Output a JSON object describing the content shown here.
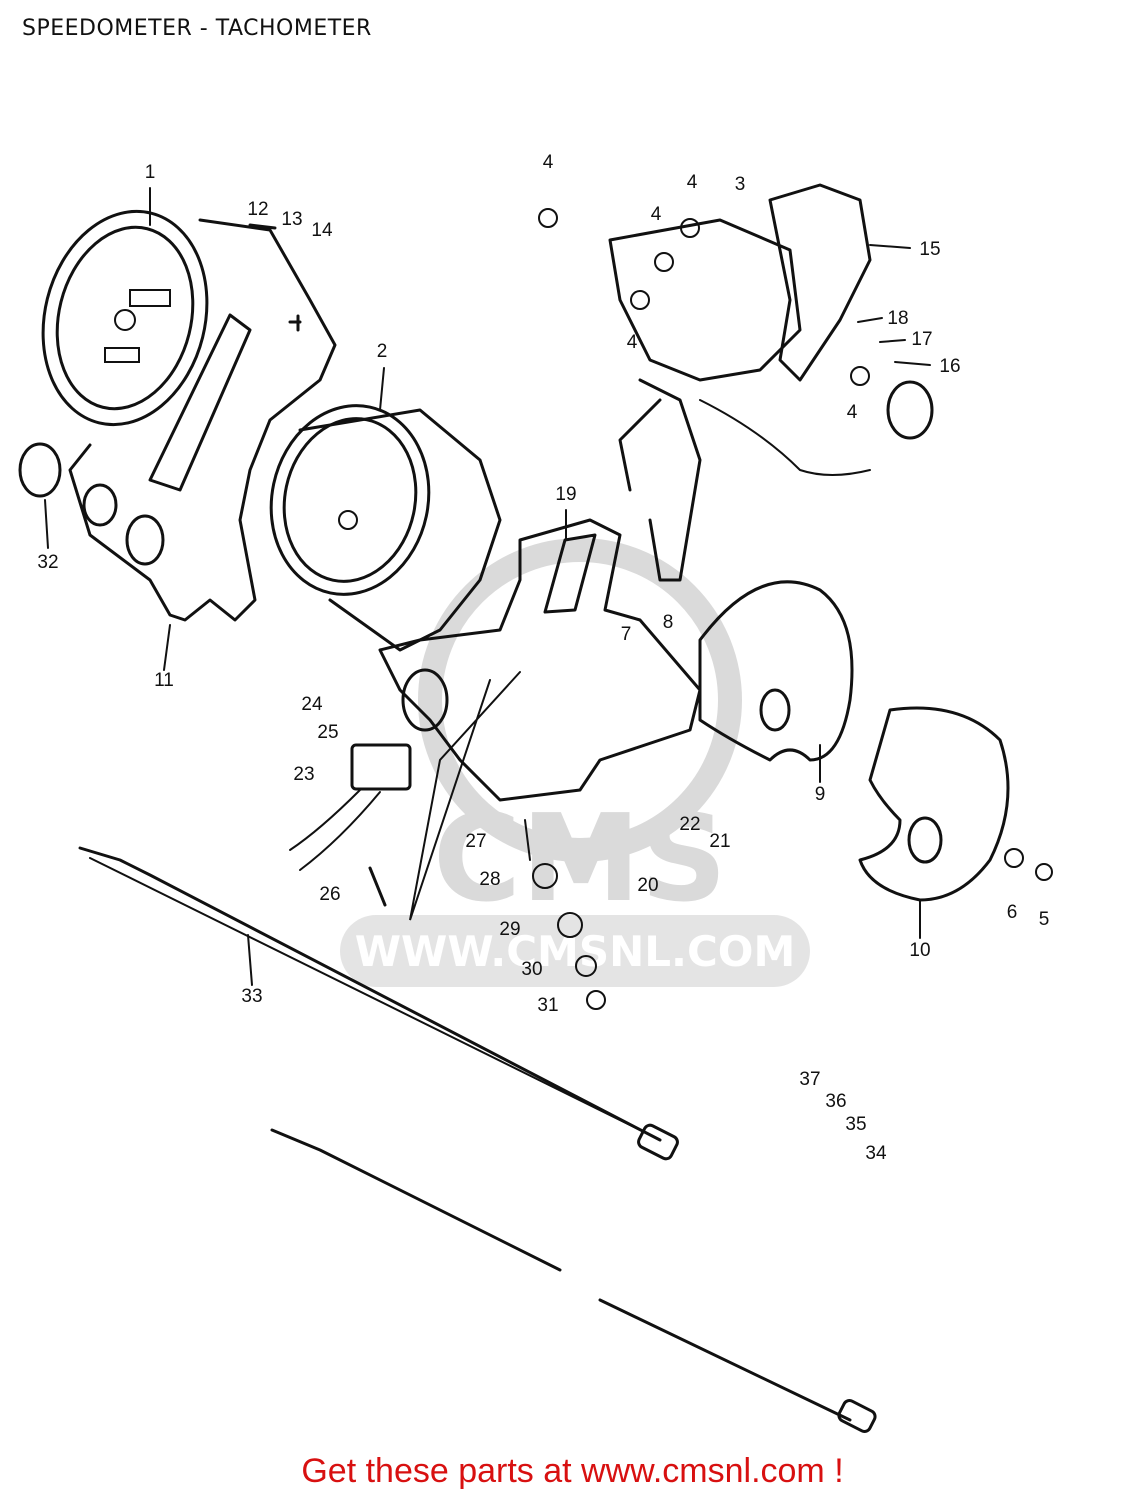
{
  "header": {
    "title": "SPEEDOMETER - TACHOMETER"
  },
  "footer": {
    "text": "Get these parts at www.cmsnl.com !",
    "color": "#d81010"
  },
  "watermark": {
    "text": "CMS",
    "url": "WWW.CMSNL.COM",
    "color": "#d6d6d6"
  },
  "callouts": [
    {
      "id": "1",
      "label": "1"
    },
    {
      "id": "2",
      "label": "2"
    },
    {
      "id": "3",
      "label": "3"
    },
    {
      "id": "4a",
      "label": "4"
    },
    {
      "id": "4b",
      "label": "4"
    },
    {
      "id": "4c",
      "label": "4"
    },
    {
      "id": "4d",
      "label": "4"
    },
    {
      "id": "4e",
      "label": "4"
    },
    {
      "id": "5",
      "label": "5"
    },
    {
      "id": "6",
      "label": "6"
    },
    {
      "id": "7",
      "label": "7"
    },
    {
      "id": "8",
      "label": "8"
    },
    {
      "id": "9",
      "label": "9"
    },
    {
      "id": "10",
      "label": "10"
    },
    {
      "id": "11",
      "label": "11"
    },
    {
      "id": "12",
      "label": "12"
    },
    {
      "id": "13",
      "label": "13"
    },
    {
      "id": "14",
      "label": "14"
    },
    {
      "id": "15",
      "label": "15"
    },
    {
      "id": "16",
      "label": "16"
    },
    {
      "id": "17",
      "label": "17"
    },
    {
      "id": "18",
      "label": "18"
    },
    {
      "id": "19",
      "label": "19"
    },
    {
      "id": "20",
      "label": "20"
    },
    {
      "id": "21",
      "label": "21"
    },
    {
      "id": "22",
      "label": "22"
    },
    {
      "id": "23",
      "label": "23"
    },
    {
      "id": "24",
      "label": "24"
    },
    {
      "id": "25",
      "label": "25"
    },
    {
      "id": "26",
      "label": "26"
    },
    {
      "id": "27",
      "label": "27"
    },
    {
      "id": "28",
      "label": "28"
    },
    {
      "id": "29",
      "label": "29"
    },
    {
      "id": "30",
      "label": "30"
    },
    {
      "id": "31",
      "label": "31"
    },
    {
      "id": "32",
      "label": "32"
    },
    {
      "id": "33",
      "label": "33"
    },
    {
      "id": "34",
      "label": "34"
    },
    {
      "id": "35",
      "label": "35"
    },
    {
      "id": "36",
      "label": "36"
    },
    {
      "id": "37",
      "label": "37"
    }
  ]
}
